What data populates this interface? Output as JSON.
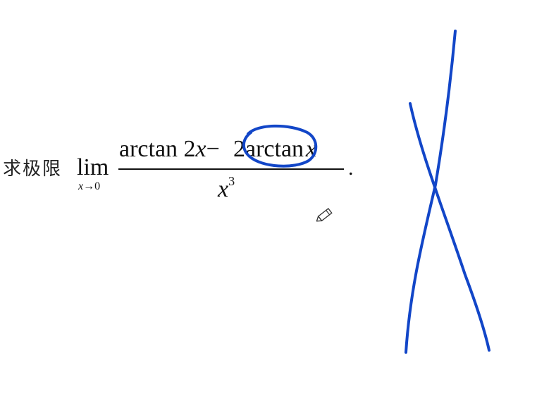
{
  "problem": {
    "prompt": "求极限",
    "limit_word": "lim",
    "limit_var": "x",
    "limit_arrow": "→",
    "limit_target": "0",
    "numerator": {
      "term1_func": "arctan 2",
      "term1_var": "x",
      "minus": "−",
      "coef": "2",
      "term2_func": "arctan",
      "term2_var": "x"
    },
    "denominator": {
      "var": "x",
      "exponent": "3"
    },
    "end_punct": "."
  },
  "annotations": {
    "ink_color": "#1246c8",
    "circle_mark": "circle around 2arctan",
    "cross_mark": "large X drawn on right",
    "cursor_icon": "pencil-icon"
  }
}
